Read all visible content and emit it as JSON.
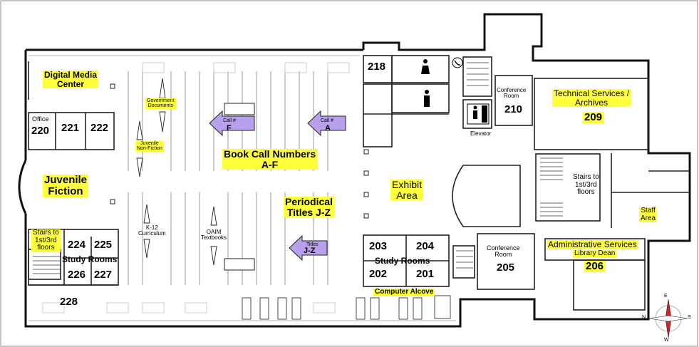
{
  "map": {
    "highlight_color": "#ffff3c",
    "arrow_color": "#b9a0ec",
    "compass_color": "#d62020",
    "rooms": {
      "digital_media_center": "Digital Media\nCenter",
      "office": "Office",
      "r220": "220",
      "r221": "221",
      "r222": "222",
      "government_documents": "Government\nDocuments",
      "juvenile_nonfiction": "Juvenile\nNon-Fiction",
      "juvenile_fiction": "Juvenile\nFiction",
      "stairs_left": "Stairs to\n1st/3rd\nfloors",
      "r224": "224",
      "r225": "225",
      "r226": "226",
      "r227": "227",
      "study_rooms_left": "Study Rooms",
      "r228": "228",
      "k12": "K-12\nCurriculum",
      "oaim": "OAIM\nTextbooks",
      "book_call_numbers": "Book Call Numbers\nA-F",
      "periodical": "Periodical\nTitles J-Z",
      "r218": "218",
      "elevator": "Elevator",
      "conference_room_label": "Conference\nRoom",
      "r210": "210",
      "technical_services": "Technical Services /\nArchives",
      "r209": "209",
      "exhibit_area": "Exhibit\nArea",
      "stairs_right": "Stairs to\n1st/3rd\nfloors",
      "staff_area": "Staff\nArea",
      "r203": "203",
      "r204": "204",
      "r202": "202",
      "r201": "201",
      "study_rooms_right": "Study Rooms",
      "conference_room_205_label": "Conference\nRoom",
      "r205": "205",
      "administrative_services": "Administrative Services",
      "library_dean": "Library Dean",
      "r206": "206",
      "computer_alcove": "Computer Alcove"
    },
    "arrows": {
      "call_f_small": "Call #",
      "call_f_big": "F",
      "call_a_small": "Call #",
      "call_a_big": "A",
      "titles_small": "Titles",
      "titles_big": "J-Z"
    },
    "compass": {
      "n": "N",
      "e": "E",
      "s": "S",
      "w": "W"
    }
  }
}
